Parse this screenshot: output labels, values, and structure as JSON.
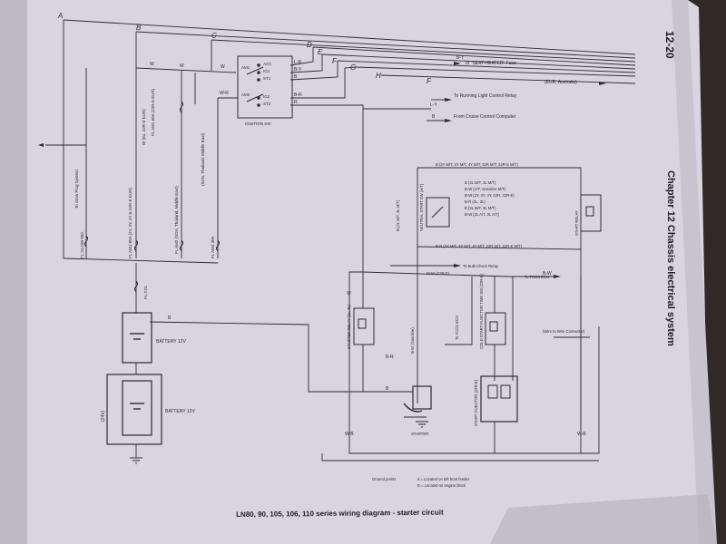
{
  "header": {
    "page_number": "12-20",
    "chapter_title": "Chapter 12  Chassis electrical system"
  },
  "caption": "LN80, 90, 105, 106, 110 series wiring diagram - starter circuit",
  "bus_letters": [
    "A",
    "B",
    "C",
    "D",
    "E",
    "F",
    "G",
    "H",
    "F"
  ],
  "wire_colors": {
    "w": "W",
    "wr": "W-R",
    "br": "B-R",
    "b": "B",
    "ly": "L-Y",
    "by": "B-Y",
    "lr": "L-R",
    "bw": "B-W",
    "wb": "W-B",
    "r": "R"
  },
  "top_labels": {
    "seat_heater": "To \"SEAT-HEATER\" Fuse",
    "eur_australia": "(EUR, Australia)",
    "running_light": "To Running Light Control Relay",
    "cruise_control": "From Cruise Control Computer"
  },
  "ignition_switch": {
    "name": "IGNITION SW",
    "am1": "AM1",
    "am2": "AM2",
    "acc": "ACC",
    "ig1": "IG1",
    "st1": "ST1",
    "ig2": "IG2",
    "st2": "ST2"
  },
  "left_labels": {
    "glow_plug": "To Glow Plug System",
    "fl_glow": "FL GLOW 80A",
    "fl_am1": "FL AM1 80A (2Y, 3Y, 4Y & 22R-E EUR)",
    "fl_am1b": "FL AM1 60A (22R-E EUR)",
    "w_eur": "W (Ex. 22R-E EUR)",
    "fl_am2": "FL AM2 (SDN, Thailand, Middle East)",
    "fl_am2b": "FL AM2 30A",
    "sdn": "(SDN, Thailand, Middle East)",
    "fl20": "FL 2.0L"
  },
  "center_labels": {
    "b_2y": "B (2Y M/T, 3Y M/T, 4Y M/T, 22R M/T, 22R-E M/T)",
    "b_2l": "B (2L M/T, 3L M/T)",
    "br_2y": "B-R (2Y M/T, 3Y M/T, 4Y M/T, 22R M/T, 22R-E M/T)",
    "neutral_start": "NEUTRAL START SW (A/T)",
    "start_relay": "START RELAY",
    "opt1": "B (2L M/T, 3L M/T)",
    "opt2": "B-W (A/T, Gasoline M/T)",
    "opt3": "B-W (2Y, 3Y, 4Y, 22R, 22R-E)",
    "opt4": "B-R (2L, 3L)",
    "opt5": "B (2L M/T, 3L M/T)",
    "opt6": "B-W (2L A/T, 3L A/T)",
    "bulb_check": "To Bulb Check Relay",
    "w22re": "W-W (22R-E)",
    "tcc_ecu": "To TCCS ECU",
    "tcc_ecu2": "To TCCS ECU",
    "starter_relay": "STARTER RELAY (2L, 3L)",
    "cold_start": "COLD START INJECTOR TIME SW (22R-E)",
    "start_injector": "START INJECTOR (22R-E)",
    "wire_connector": "(Wire to Wire Connector)",
    "gasoline": "B-W (Gasoline)"
  },
  "battery": {
    "label1": "BATTERY 12V",
    "label2": "BATTERY 12V",
    "v24": "(24V)"
  },
  "starter": {
    "label": "STARTER"
  },
  "ground": {
    "title": "Ground points",
    "d": "d = Located on left front fender",
    "e": "E = Located on engine block"
  }
}
